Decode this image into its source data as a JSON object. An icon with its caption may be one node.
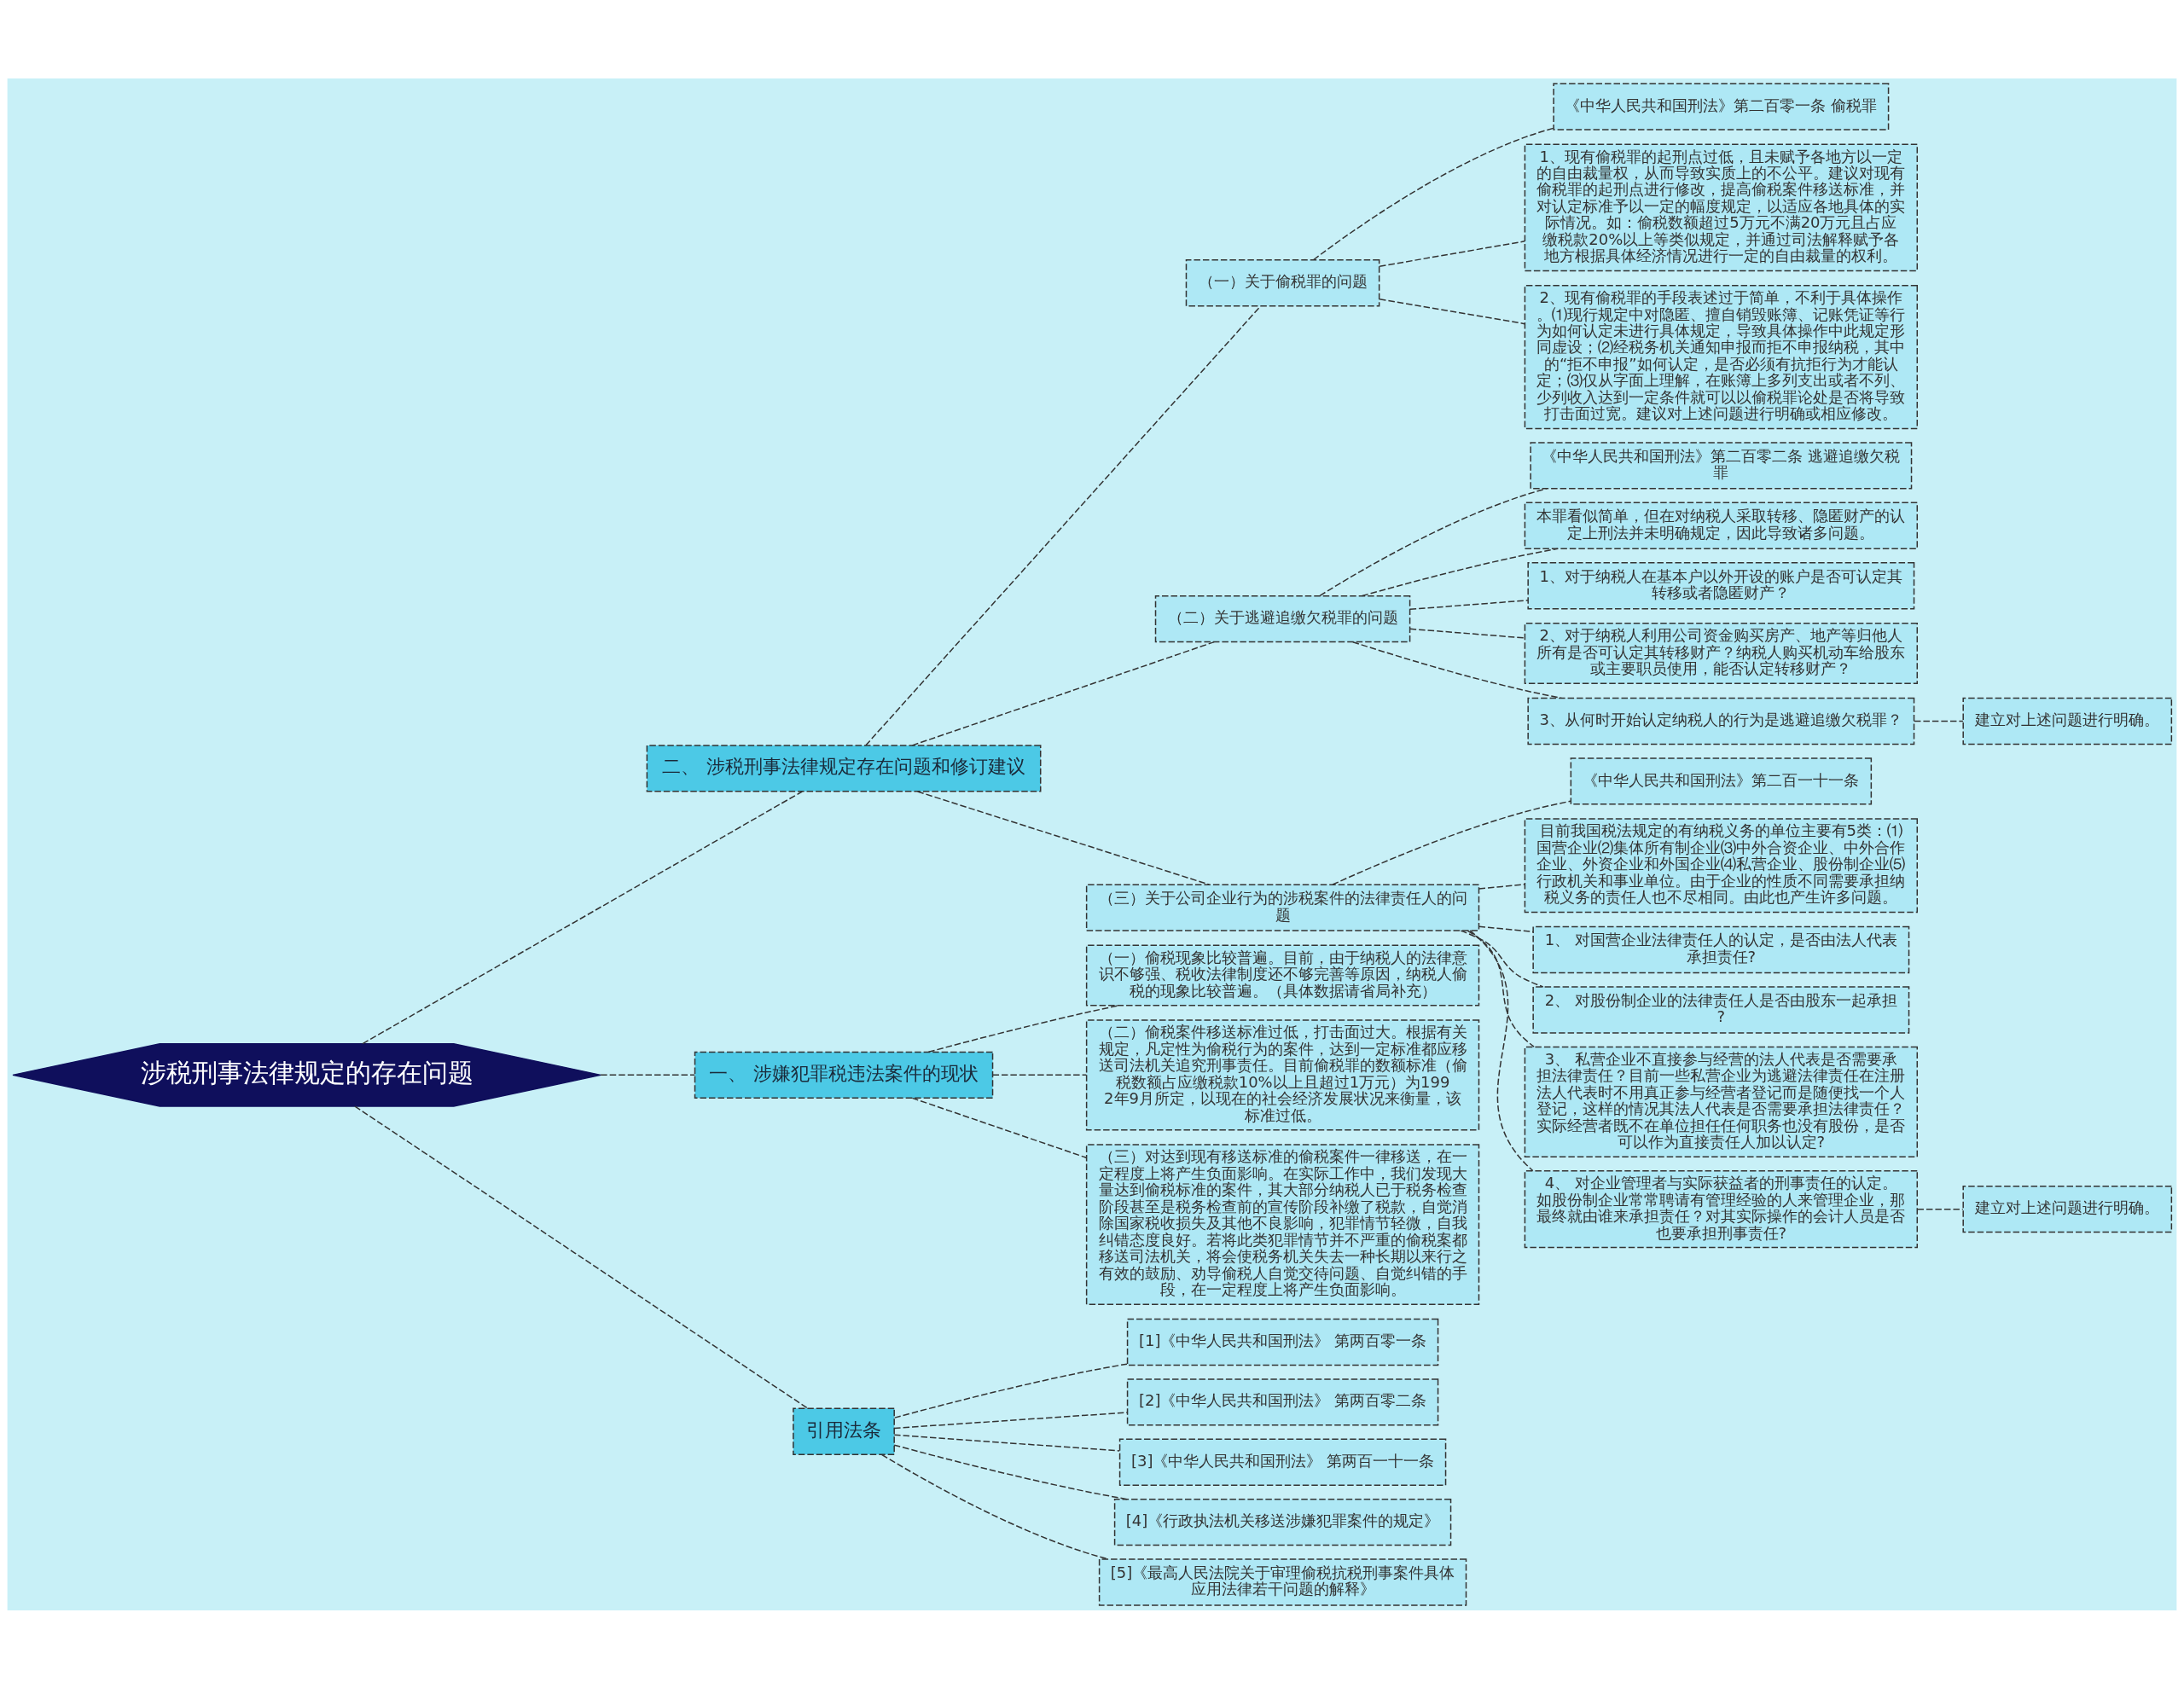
{
  "diagram": {
    "nodes": [
      {
        "text": [
          "涉税刑事法律规定的存在问题"
        ]
      },
      {
        "text": [
          "二、 涉税刑事法律规定存在问题和修订建议"
        ]
      },
      {
        "text": [
          "（一）关于偷税罪的问题"
        ]
      },
      {
        "text": [
          "《中华人民共和国刑法》第二百零一条 偷税罪"
        ]
      },
      {
        "text": [
          "1、现有偷税罪的起刑点过低，且未赋予各地方以一定的自由裁量权，从而导致实质上的不公平。建议对现有偷税罪的起刑点进行修改，提高偷税案件移送标准，并对认定标准予以一定的幅度规定，以适应各地具体的实际情况。如：偷税数额超过5万元不满20万元且占应缴税款20%以上等类似规定，并通过司法解释赋予各地方根据具体经济情况进行一定的自由裁量的权利。"
        ]
      },
      {
        "text": [
          "2、现有偷税罪的手段表述过于简单，不利于具体操作。⑴现行规定中对隐匿、擅自销毁账簿、记账凭证等行为如何认定未进行具体规定，导致具体操作中此规定形同虚设；⑵经税务机关通知申报而拒不申报纳税，其中的“拒不申报”如何认定，是否必须有抗拒行为才能认定；⑶仅从字面上理解，在账簿上多列支出或者不列、少列收入达到一定条件就可以以偷税罪论处是否将导致打击面过宽。建议对上述问题进行明确或相应修改。"
        ]
      },
      {
        "text": [
          "（二）关于逃避追缴欠税罪的问题"
        ]
      },
      {
        "text": [
          "《中华人民共和国刑法》第二百零二条 逃避追缴欠税罪"
        ]
      },
      {
        "text": [
          "本罪看似简单，但在对纳税人采取转移、隐匿财产的认定上刑法并未明确规定，因此导致诸多问题。"
        ]
      },
      {
        "text": [
          "1、对于纳税人在基本户以外开设的账户是否可认定其转移或者隐匿财产？"
        ]
      },
      {
        "text": [
          "2、对于纳税人利用公司资金购买房产、地产等归他人所有是否可认定其转移财产？纳税人购买机动车给股东或主要职员使用，能否认定转移财产？"
        ]
      },
      {
        "text": [
          "3、从何时开始认定纳税人的行为是逃避追缴欠税罪？"
        ]
      },
      {
        "text": [
          "建立对上述问题进行明确。"
        ]
      },
      {
        "text": [
          "（三）关于公司企业行为的涉税案件的法律责任人的问题"
        ]
      },
      {
        "text": [
          "《中华人民共和国刑法》第二百一十一条"
        ]
      },
      {
        "text": [
          "目前我国税法规定的有纳税义务的单位主要有5类：⑴国营企业⑵集体所有制企业⑶中外合资企业、中外合作企业、外资企业和外国企业⑷私营企业、股份制企业⑸行政机关和事业单位。由于企业的性质不同需要承担纳税义务的责任人也不尽相同。由此也产生许多问题。"
        ]
      },
      {
        "text": [
          "1、 对国营企业法律责任人的认定，是否由法人代表承担责任?"
        ]
      },
      {
        "text": [
          "2、 对股份制企业的法律责任人是否由股东一起承担?"
        ]
      },
      {
        "text": [
          "3、 私营企业不直接参与经营的法人代表是否需要承担法律责任？目前一些私营企业为逃避法律责任在注册法人代表时不用真正参与经营者登记而是随便找一个人登记，这样的情况其法人代表是否需要承担法律责任？实际经营者既不在单位担任任何职务也没有股份，是否可以作为直接责任人加以认定?"
        ]
      },
      {
        "text": [
          "4、 对企业管理者与实际获益者的刑事责任的认定。如股份制企业常常聘请有管理经验的人来管理企业，那最终就由谁来承担责任？对其实际操作的会计人员是否也要承担刑事责任?"
        ]
      },
      {
        "text": [
          "建立对上述问题进行明确。"
        ]
      },
      {
        "text": [
          "一、 涉嫌犯罪税违法案件的现状"
        ]
      },
      {
        "text": [
          "（一）偷税现象比较普遍。目前，由于纳税人的法律意识不够强、税收法律制度还不够完善等原因，纳税人偷税的现象比较普遍。（具体数据请省局补充）"
        ]
      },
      {
        "text": [
          "（二）偷税案件移送标准过低，打击面过大。根据有关规定，凡定性为偷税行为的案件，达到一定标准都应移送司法机关追究刑事责任。目前偷税罪的数额标准（偷税数额占应缴税款10%以上且超过1万元）为1992年9月所定，以现在的社会经济发展状况来衡量，该标准过低。"
        ]
      },
      {
        "text": [
          "（三）对达到现有移送标准的偷税案件一律移送，在一定程度上将产生负面影响。在实际工作中，我们发现大量达到偷税标准的案件，其大部分纳税人已于税务检查阶段甚至是税务检查前的宣传阶段补缴了税款，自觉消除国家税收损失及其他不良影响，犯罪情节轻微，自我纠错态度良好。若将此类犯罪情节并不严重的偷税案都移送司法机关，将会使税务机关失去一种长期以来行之有效的鼓励、劝导偷税人自觉交待问题、自觉纠错的手段，在一定程度上将产生负面影响。"
        ]
      },
      {
        "text": [
          "引用法条"
        ]
      },
      {
        "text": [
          "[1]《中华人民共和国刑法》 第两百零一条"
        ]
      },
      {
        "text": [
          "[2]《中华人民共和国刑法》 第两百零二条"
        ]
      },
      {
        "text": [
          "[3]《中华人民共和国刑法》 第两百一十一条"
        ]
      },
      {
        "text": [
          "[4]《行政执法机关移送涉嫌犯罪案件的规定》"
        ]
      },
      {
        "text": [
          "[5]《最高人民法院关于审理偷税抗税刑事案件具体应用法律若干问题的解释》"
        ]
      }
    ],
    "edges": [
      {
        "from": 0,
        "to": 1,
        "arrow": "none",
        "style": "dashed"
      },
      {
        "from": 1,
        "to": 2,
        "arrow": "none",
        "style": "dashed"
      },
      {
        "from": 2,
        "to": 3,
        "arrow": "none",
        "style": "dashed"
      },
      {
        "from": 2,
        "to": 4,
        "arrow": "none",
        "style": "dashed"
      },
      {
        "from": 2,
        "to": 5,
        "arrow": "none",
        "style": "dashed"
      },
      {
        "from": 1,
        "to": 6,
        "arrow": "none",
        "style": "dashed"
      },
      {
        "from": 6,
        "to": 7,
        "arrow": "none",
        "style": "dashed"
      },
      {
        "from": 6,
        "to": 8,
        "arrow": "none",
        "style": "dashed"
      },
      {
        "from": 6,
        "to": 9,
        "arrow": "none",
        "style": "dashed"
      },
      {
        "from": 6,
        "to": 10,
        "arrow": "none",
        "style": "dashed"
      },
      {
        "from": 6,
        "to": 11,
        "arrow": "none",
        "style": "dashed"
      },
      {
        "from": 11,
        "to": 12,
        "arrow": "none",
        "style": "dashed"
      },
      {
        "from": 1,
        "to": 13,
        "arrow": "none",
        "style": "dashed"
      },
      {
        "from": 13,
        "to": 14,
        "arrow": "none",
        "style": "dashed"
      },
      {
        "from": 13,
        "to": 15,
        "arrow": "none",
        "style": "dashed"
      },
      {
        "from": 13,
        "to": 16,
        "arrow": "none",
        "style": "dashed"
      },
      {
        "from": 13,
        "to": 17,
        "arrow": "none",
        "style": "dashed"
      },
      {
        "from": 13,
        "to": 18,
        "arrow": "none",
        "style": "dashed"
      },
      {
        "from": 13,
        "to": 19,
        "arrow": "none",
        "style": "dashed"
      },
      {
        "from": 19,
        "to": 20,
        "arrow": "none",
        "style": "dashed"
      },
      {
        "from": 0,
        "to": 21,
        "arrow": "none",
        "style": "dashed"
      },
      {
        "from": 21,
        "to": 22,
        "arrow": "none",
        "style": "dashed"
      },
      {
        "from": 21,
        "to": 23,
        "arrow": "none",
        "style": "dashed"
      },
      {
        "from": 21,
        "to": 24,
        "arrow": "none",
        "style": "dashed"
      },
      {
        "from": 0,
        "to": 25,
        "arrow": "none",
        "style": "dashed"
      },
      {
        "from": 25,
        "to": 26,
        "arrow": "none",
        "style": "dashed"
      },
      {
        "from": 25,
        "to": 27,
        "arrow": "none",
        "style": "dashed"
      },
      {
        "from": 25,
        "to": 28,
        "arrow": "none",
        "style": "dashed"
      },
      {
        "from": 25,
        "to": 29,
        "arrow": "none",
        "style": "dashed"
      },
      {
        "from": 25,
        "to": 30,
        "arrow": "none",
        "style": "dashed"
      }
    ]
  }
}
